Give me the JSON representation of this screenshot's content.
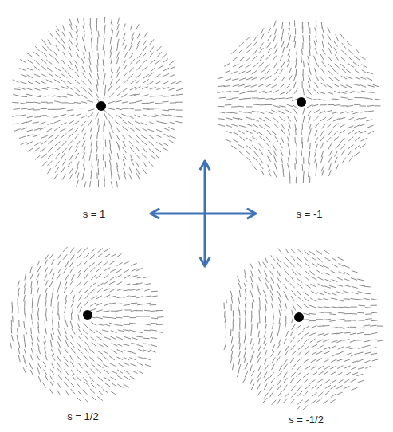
{
  "diagram": {
    "labels": [
      "s = 1",
      "s = -1",
      "s = 1/2",
      "s = -1/2"
    ]
  }
}
